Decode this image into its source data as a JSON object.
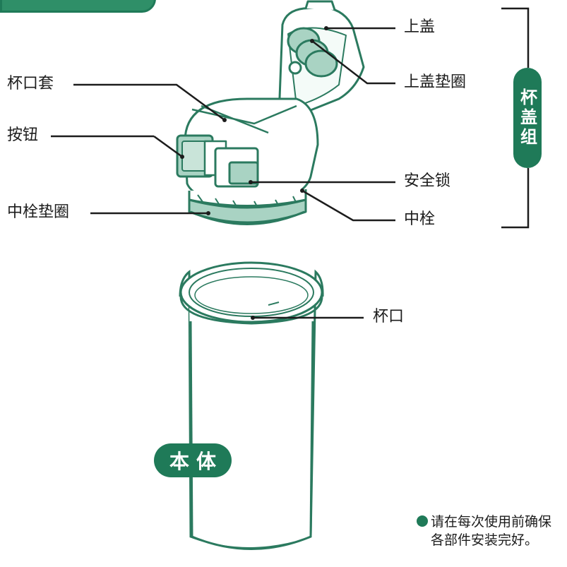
{
  "labels": {
    "top_lid": "上盖",
    "top_lid_gasket": "上盖垫圈",
    "cup_mouth_cover": "杯口套",
    "button": "按钮",
    "safety_lock": "安全锁",
    "plug_gasket": "中栓垫圈",
    "center_plug": "中栓",
    "cup_mouth": "杯口"
  },
  "group_label": "杯盖组",
  "body_label": "本体",
  "note": {
    "line1": "请在每次使用前确保",
    "line2": "各部件安装完好。"
  },
  "colors": {
    "accent": "#1f7a58",
    "teal_fill": "#a9d3c3",
    "outline": "#2b7a5f"
  }
}
